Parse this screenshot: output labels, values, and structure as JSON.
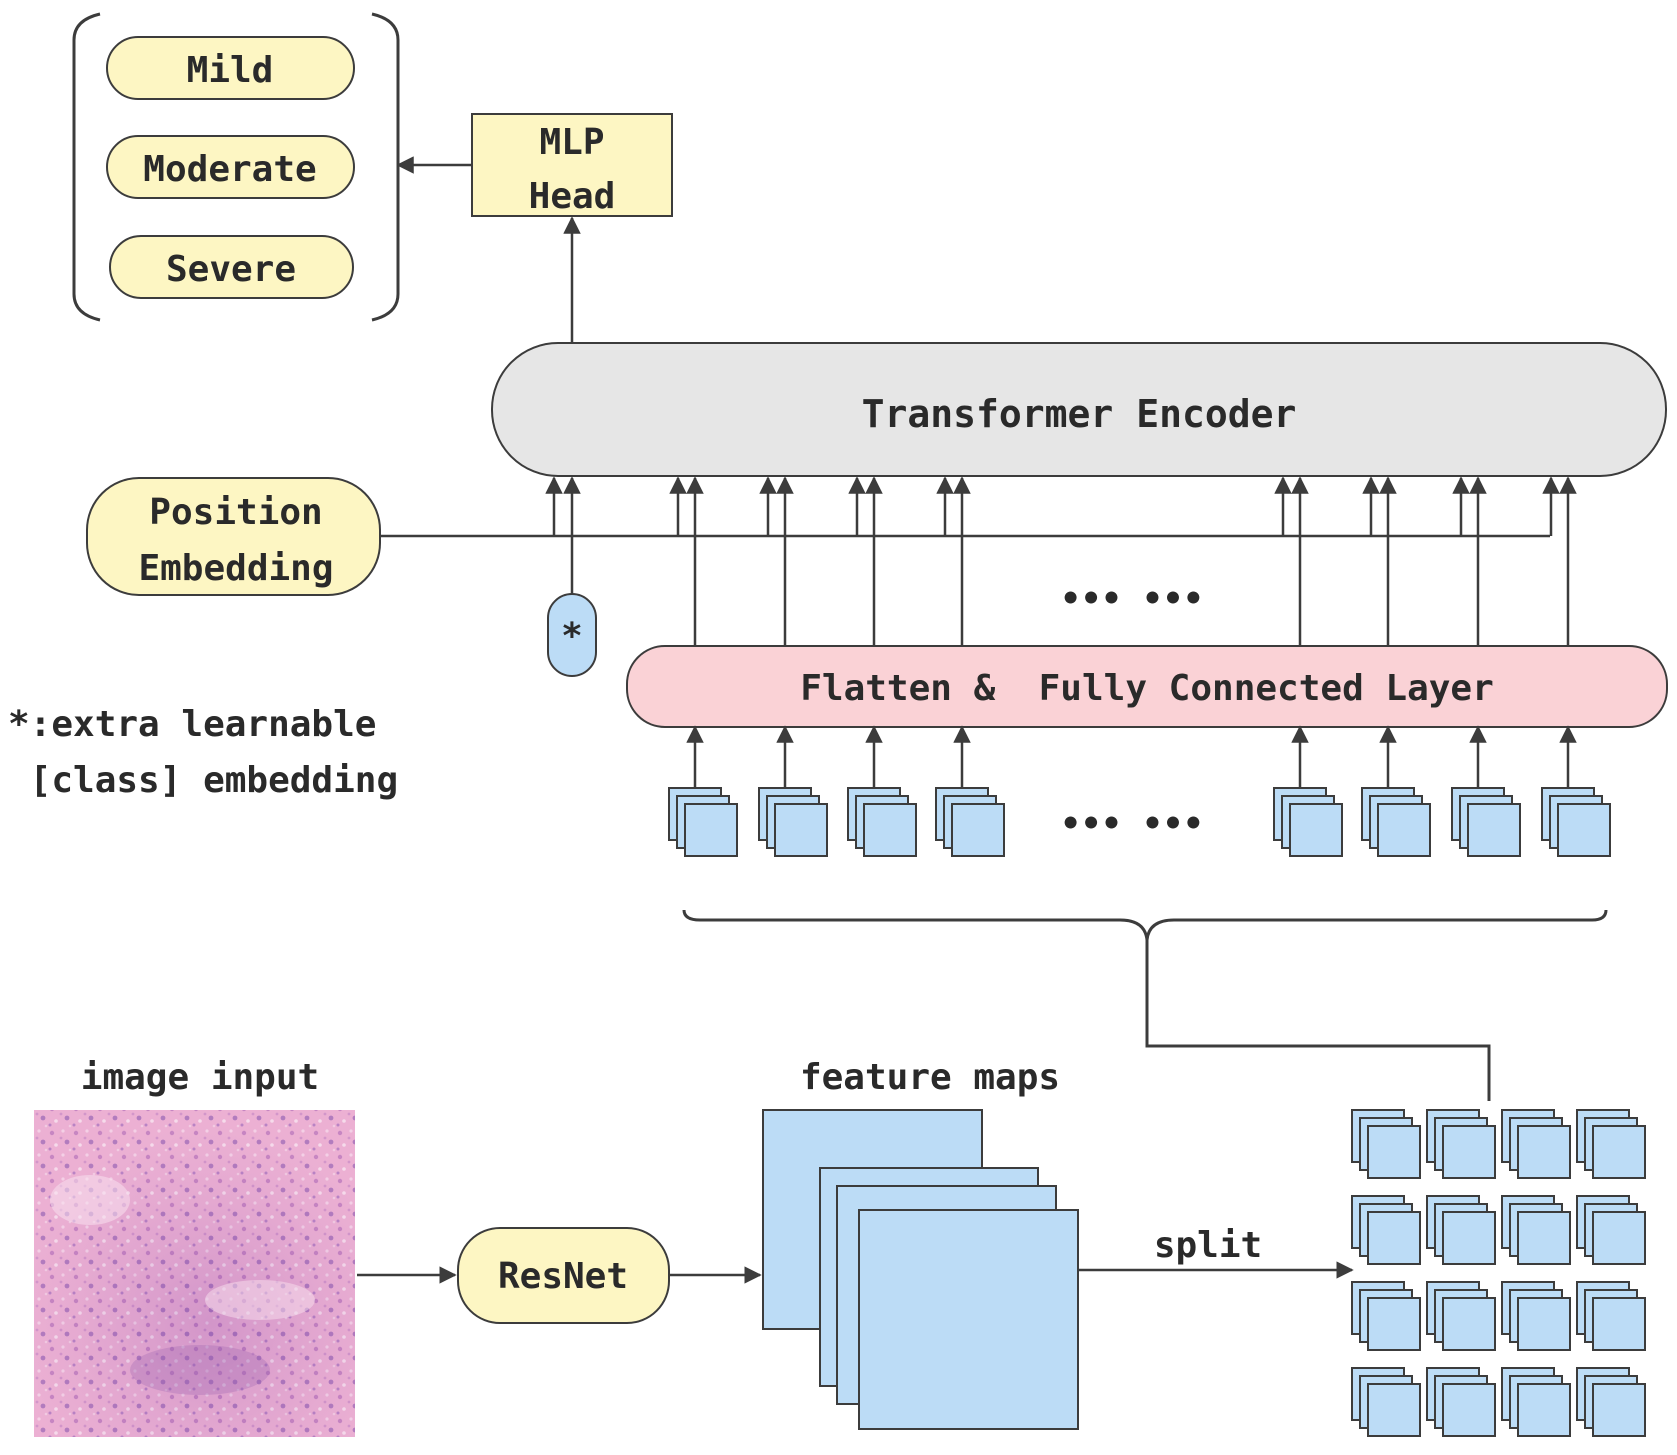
{
  "classes": [
    "Mild",
    "Moderate",
    "Severe"
  ],
  "mlp_head": [
    "MLP",
    "Head"
  ],
  "transformer_encoder": "Transformer Encoder",
  "position_embedding": [
    "Position",
    "Embedding"
  ],
  "class_token_symbol": "*",
  "class_token_note": [
    "*:extra learnable",
    " [class] embedding"
  ],
  "flatten_layer": "Flatten &  Fully Connected Layer",
  "ellipsis": "••• •••",
  "image_input_label": "image input",
  "resnet_label": "ResNet",
  "feature_maps_label": "feature maps",
  "split_label": "split",
  "colors": {
    "yellow_fill": "#fdf6c3",
    "grey_fill": "#e6e6e6",
    "pink_fill": "#fad2d6",
    "blue_fill": "#bcdcf6",
    "stroke": "#3c3c3c"
  }
}
